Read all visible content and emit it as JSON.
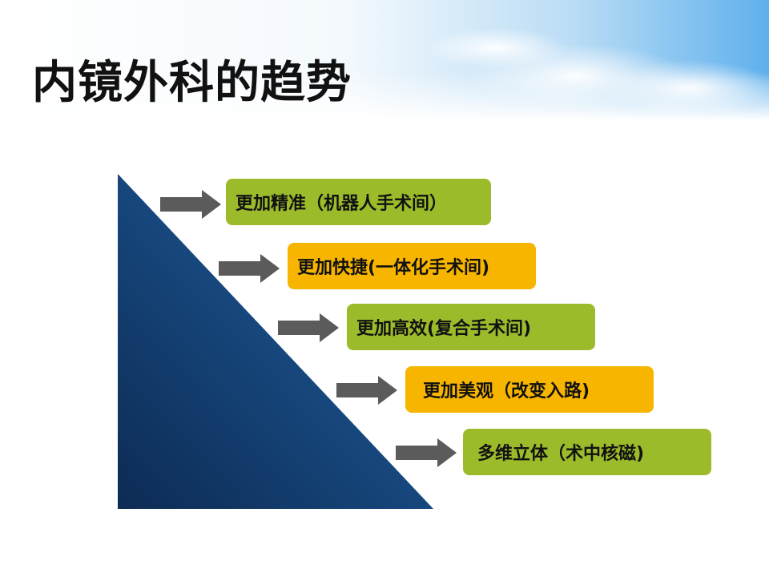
{
  "slide": {
    "title": "内镜外科的趋势",
    "colors": {
      "green": "#9bbb2a",
      "orange": "#f7b500",
      "triangle_dark": "#0d2b54",
      "triangle_light": "#1f63a6",
      "arrow": "#5b5b5b"
    },
    "items": [
      {
        "label": "更加精准（机器人手术间）",
        "color": "green"
      },
      {
        "label": "更加快捷(一体化手术间)",
        "color": "orange"
      },
      {
        "label": "更加高效(复合手术间)",
        "color": "green"
      },
      {
        "label": "更加美观（改变入路)",
        "color": "orange"
      },
      {
        "label": "多维立体（术中核磁)",
        "color": "green"
      }
    ]
  }
}
